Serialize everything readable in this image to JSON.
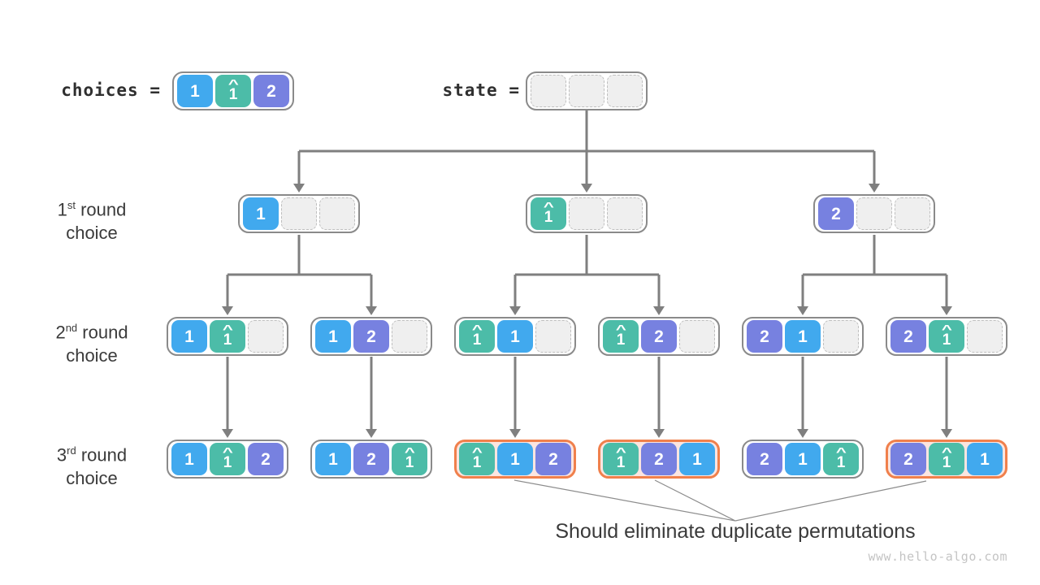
{
  "palette": {
    "blue": "#41A9EE",
    "teal": "#4CBCA8",
    "purple": "#7781E0",
    "orange": "#F0804C",
    "dupBg": "#FBE5E0",
    "boxBorder": "#8A8A8A",
    "line": "#7F7F7F",
    "thinline": "#8C8C8C",
    "emptyFill": "#EFEFEF",
    "emptyDash": "#BFBFBF",
    "text": "#3A3A3A",
    "watermark": "#C4C4C4"
  },
  "legend": {
    "choices_label": "choices =",
    "state_label": "state ="
  },
  "choices": {
    "cells": [
      "1",
      "1̂",
      "2"
    ]
  },
  "tree": {
    "root": {
      "cells": [
        "",
        "",
        ""
      ]
    },
    "round1": [
      {
        "cells": [
          "1",
          "",
          ""
        ]
      },
      {
        "cells": [
          "1̂",
          "",
          ""
        ]
      },
      {
        "cells": [
          "2",
          "",
          ""
        ]
      }
    ],
    "round2": [
      {
        "cells": [
          "1",
          "1̂",
          ""
        ]
      },
      {
        "cells": [
          "1",
          "2",
          ""
        ]
      },
      {
        "cells": [
          "1̂",
          "1",
          ""
        ]
      },
      {
        "cells": [
          "1̂",
          "2",
          ""
        ]
      },
      {
        "cells": [
          "2",
          "1",
          ""
        ]
      },
      {
        "cells": [
          "2",
          "1̂",
          ""
        ]
      }
    ],
    "round3": [
      {
        "cells": [
          "1",
          "1̂",
          "2"
        ],
        "duplicate": false
      },
      {
        "cells": [
          "1",
          "2",
          "1̂"
        ],
        "duplicate": false
      },
      {
        "cells": [
          "1̂",
          "1",
          "2"
        ],
        "duplicate": true
      },
      {
        "cells": [
          "1̂",
          "2",
          "1"
        ],
        "duplicate": true
      },
      {
        "cells": [
          "2",
          "1",
          "1̂"
        ],
        "duplicate": false
      },
      {
        "cells": [
          "2",
          "1̂",
          "1"
        ],
        "duplicate": true
      }
    ]
  },
  "row_labels": [
    {
      "ordinal": "1",
      "suffix": "st",
      "rest": "round",
      "line2": "choice"
    },
    {
      "ordinal": "2",
      "suffix": "nd",
      "rest": "round",
      "line2": "choice"
    },
    {
      "ordinal": "3",
      "suffix": "rd",
      "rest": "round",
      "line2": "choice"
    }
  ],
  "annotation": "Should eliminate duplicate permutations",
  "watermark": "www.hello-algo.com"
}
